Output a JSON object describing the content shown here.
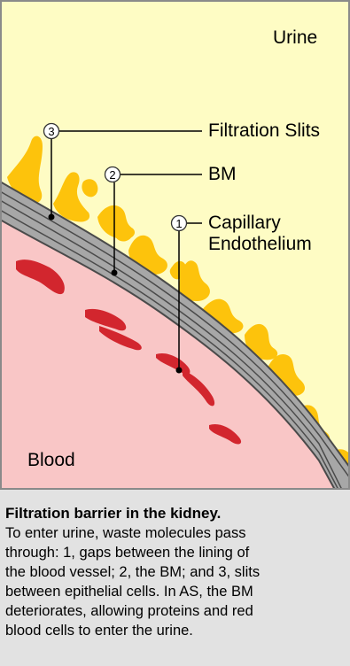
{
  "diagram": {
    "regions": {
      "urine": "Urine",
      "blood": "Blood"
    },
    "callouts": [
      {
        "number": "1",
        "label_line1": "Capillary",
        "label_line2": "Endothelium"
      },
      {
        "number": "2",
        "label": "BM"
      },
      {
        "number": "3",
        "label": "Filtration Slits"
      }
    ],
    "colors": {
      "urine": "#fefcc4",
      "blood": "#f9c6c6",
      "membrane": "#a7a7a7",
      "epithelial_cells": "#fdc30c",
      "blood_cells": "#d2262e",
      "caption_background": "#e2e2e2"
    }
  },
  "caption": {
    "title": "Filtration barrier in the kidney.",
    "lines": [
      "To enter urine, waste molecules pass",
      "through: 1, gaps between the lining of",
      "the blood vessel; 2, the BM; and 3, slits",
      "between epithelial cells. In AS, the BM",
      "deteriorates, allowing proteins and red",
      "blood cells to enter the urine."
    ]
  }
}
